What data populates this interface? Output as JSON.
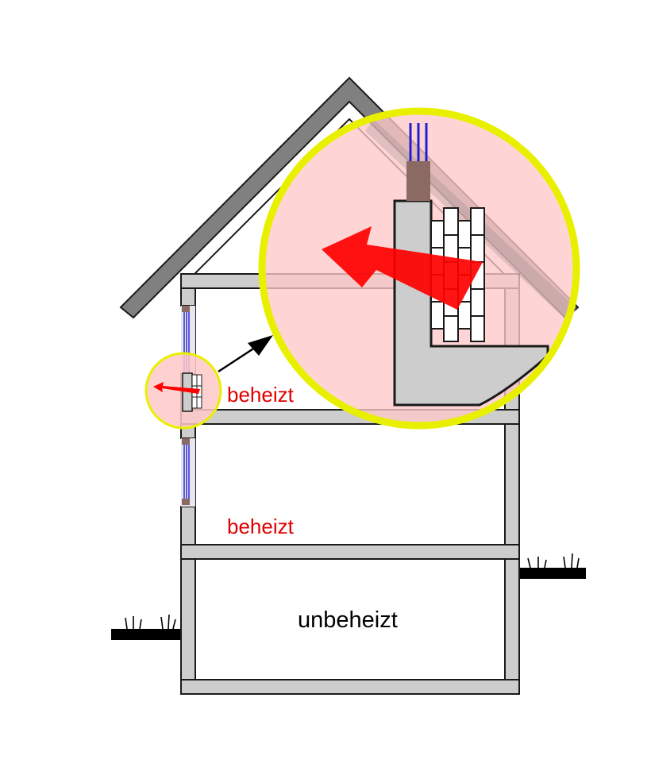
{
  "labels": {
    "upper_floor": "beheizt",
    "middle_floor": "beheizt",
    "basement": "unbeheizt"
  },
  "colors": {
    "wall_fill": "#cdcdcd",
    "roof_fill": "#808080",
    "outline": "#1a1a1a",
    "heated_text": "#e00000",
    "unheated_text": "#000000",
    "heat_arrow": "#ff0000",
    "magnifier_fill": "#ffc8c8",
    "magnifier_ring": "#e8f000",
    "ground": "#000000",
    "window_glass": "#2020d0",
    "window_frame": "#8a6a62"
  },
  "icons": {
    "heat_flow": "heat-loss-arrow-icon",
    "zoom_pointer": "zoom-pointer-arrow-icon"
  }
}
